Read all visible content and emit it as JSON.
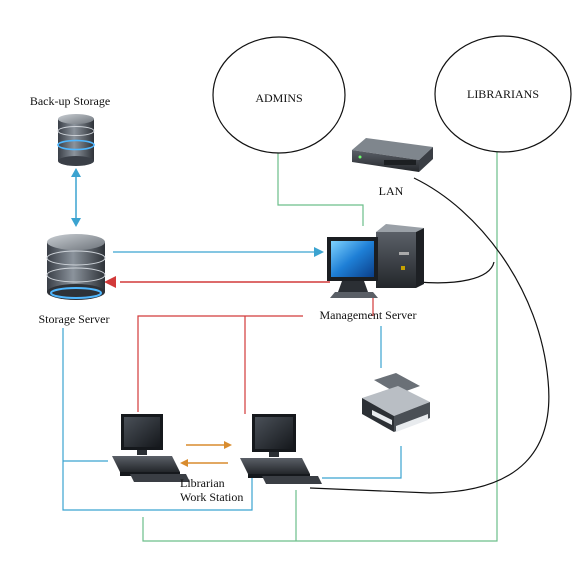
{
  "groups": {
    "admins": "ADMINS",
    "librarians": "LIBRARIANS"
  },
  "nodes": {
    "backup_storage": "Back-up Storage",
    "storage_server": "Storage Server",
    "lan": "LAN",
    "management_server": "Management Server",
    "librarian_ws_line1": "Librarian",
    "librarian_ws_line2": "Work Station"
  },
  "colors": {
    "green_line": "#6cbf8a",
    "blue_line": "#3ba3d0",
    "red_line": "#d23a3a",
    "orange_arrow": "#d98c2e",
    "black_cable": "#111111"
  }
}
